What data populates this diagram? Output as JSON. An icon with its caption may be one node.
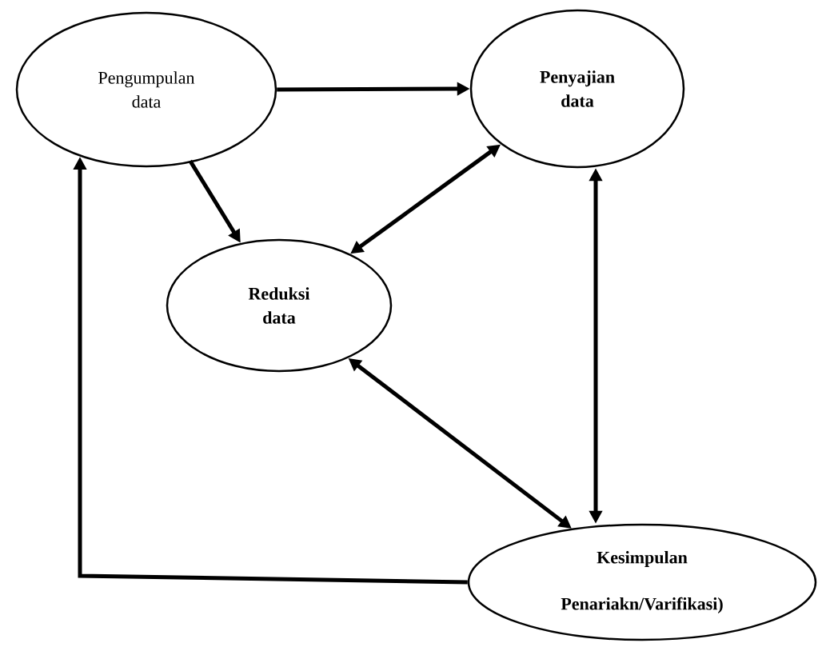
{
  "diagram": {
    "nodes": [
      {
        "text": [
          "Pengumpulan data"
        ]
      },
      {
        "text": [
          "Penyajian data"
        ]
      },
      {
        "text": [
          "Reduksi data"
        ]
      },
      {
        "text": [
          "Kesimpulan",
          "Penariakn/Varifikasi)"
        ]
      }
    ],
    "edges": [
      {
        "from": 0,
        "to": 1,
        "arrow": "to"
      },
      {
        "from": 0,
        "to": 2,
        "arrow": "to"
      },
      {
        "from": 1,
        "to": 2,
        "arrow": "both"
      },
      {
        "from": 1,
        "to": 3,
        "arrow": "both"
      },
      {
        "from": 2,
        "to": 3,
        "arrow": "both"
      },
      {
        "from": 3,
        "to": 0,
        "arrow": "to"
      }
    ]
  }
}
